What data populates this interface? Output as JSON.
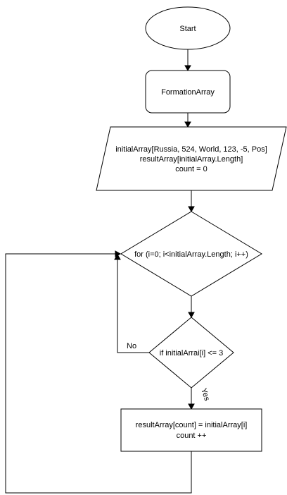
{
  "flowchart": {
    "start": {
      "label": "Start"
    },
    "formation": {
      "label": "FormationArray"
    },
    "input": {
      "line1": "initialArray[Russia, 524, World, 123, -5, Pos]",
      "line2": "resultArray[initialArray.Length]",
      "line3": "count = 0"
    },
    "loop": {
      "label": "for (i=0; i<initialArray.Length; i++)"
    },
    "condition": {
      "label": "if initialArrai[i] <= 3"
    },
    "edges": {
      "no_label": "No",
      "yes_label": "Yes"
    },
    "process": {
      "line1": "resultArray[count] = initialArray[i]",
      "line2": "count ++"
    }
  }
}
